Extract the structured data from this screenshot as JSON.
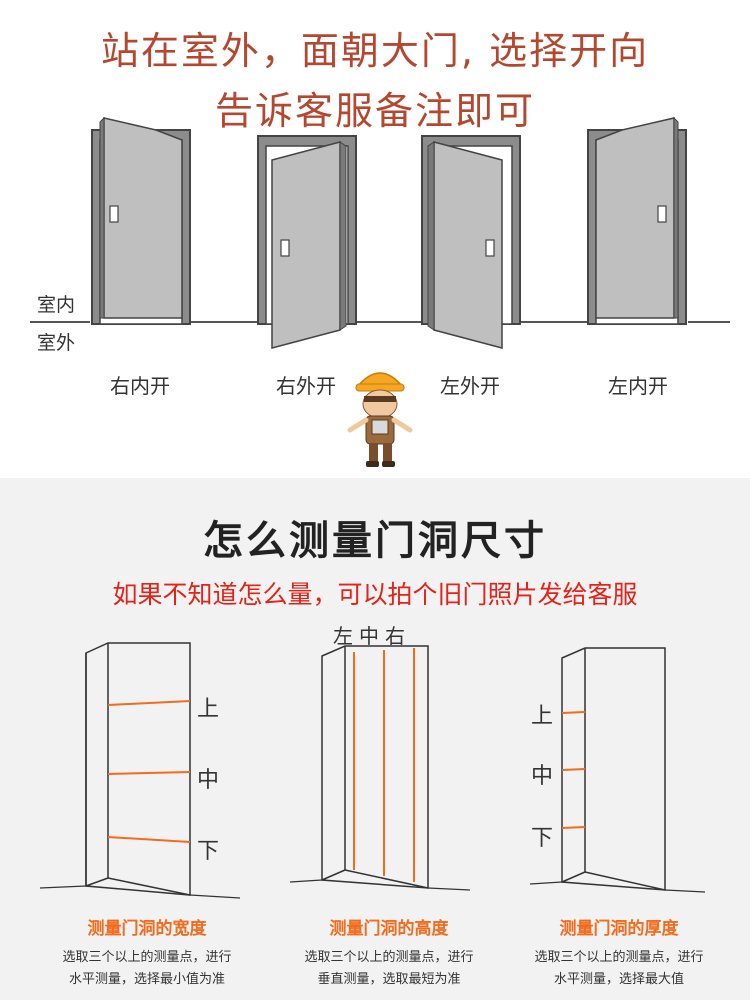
{
  "header": {
    "line1": "站在室外，面朝大门, 选择开向",
    "line2": "告诉客服备注即可"
  },
  "sides": {
    "indoor": "室内",
    "outdoor": "室外"
  },
  "doors": [
    {
      "label": "右内开"
    },
    {
      "label": "右外开"
    },
    {
      "label": "左外开"
    },
    {
      "label": "左内开"
    }
  ],
  "measure": {
    "title": "怎么测量门洞尺寸",
    "subtitle": "如果不知道怎么量，可以拍个旧门照片发给客服",
    "lmr": "左中右",
    "marks": {
      "top": "上",
      "mid": "中",
      "bottom": "下"
    },
    "cards": [
      {
        "heading": "测量门洞的宽度",
        "desc1": "选取三个以上的测量点，进行",
        "desc2": "水平测量，选择最小值为准"
      },
      {
        "heading": "测量门洞的高度",
        "desc1": "选取三个以上的测量点，进行",
        "desc2": "垂直测量，选取最短为准"
      },
      {
        "heading": "测量门洞的厚度",
        "desc1": "选取三个以上的测量点，进行",
        "desc2": "水平测量，选择最大值"
      }
    ]
  },
  "colors": {
    "header_text": "#b4472f",
    "accent_orange": "#f36b1c",
    "subtitle_red": "#e2231a"
  }
}
